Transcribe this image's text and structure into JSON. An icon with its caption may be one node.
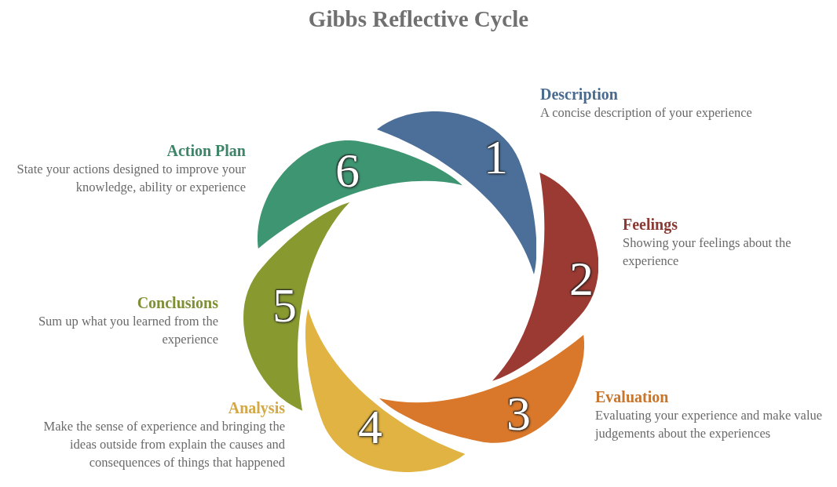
{
  "diagram": {
    "title": "Gibbs Reflective Cycle",
    "nodes": [
      {
        "text": [
          "1"
        ],
        "beside": [
          "Description",
          "A concise description of your experience"
        ]
      },
      {
        "text": [
          "2"
        ],
        "beside": [
          "Feelings",
          "Showing your feelings about the experience"
        ]
      },
      {
        "text": [
          "3"
        ],
        "beside": [
          "Evaluation",
          "Evaluating your experience and make value judgements about the experiences"
        ]
      },
      {
        "text": [
          "4"
        ],
        "beside": [
          "Analysis",
          "Make the sense of experience and bringing the ideas outside from explain the causes and consequences of things that happened"
        ]
      },
      {
        "text": [
          "5"
        ],
        "beside": [
          "Conclusions",
          "Sum up what you learned from the experience"
        ]
      },
      {
        "text": [
          "6"
        ],
        "beside": [
          "Action Plan",
          "State your actions designed to improve your knowledge, ability or experience"
        ]
      }
    ]
  }
}
